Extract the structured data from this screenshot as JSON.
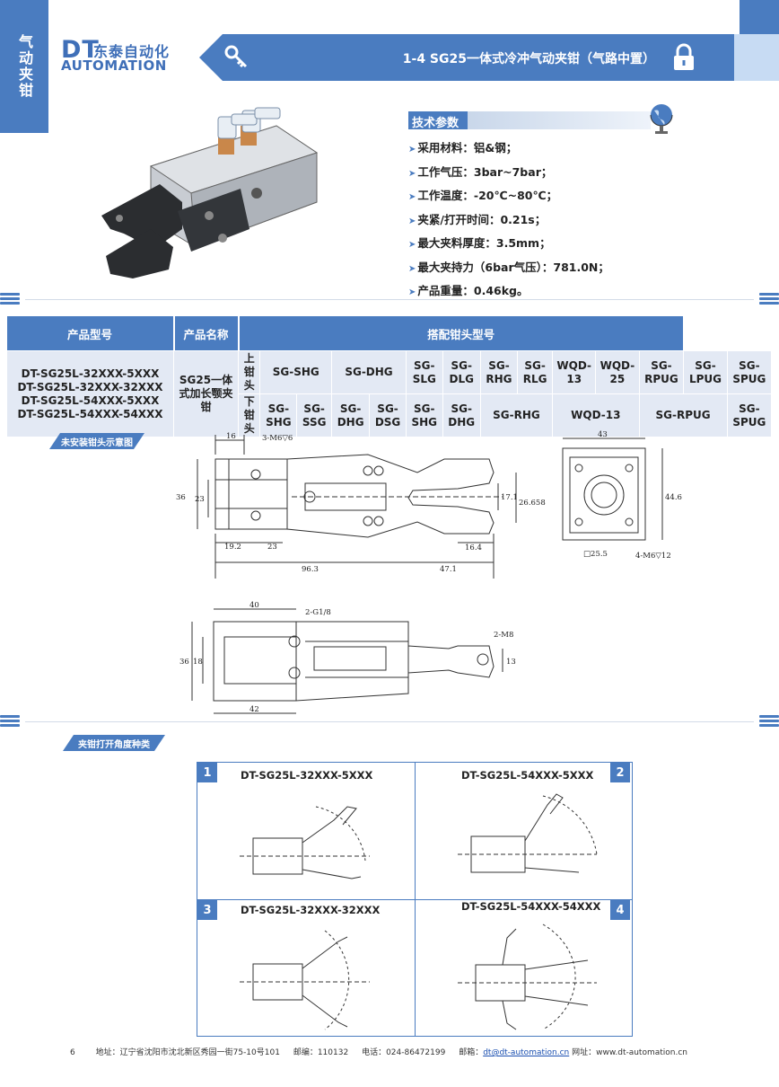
{
  "sidebar_tab": "气动夹钳",
  "logo": {
    "dt": "DT",
    "cn": "东泰自动化",
    "en": "AUTOMATION"
  },
  "title": "1-4  SG25一体式冷冲气动夹钳（气路中置）",
  "specs": {
    "heading": "技术参数",
    "items": [
      "采用材料：铝&钢；",
      "工作气压：3bar~7bar；",
      "工作温度：-20℃~80℃；",
      "夹紧/打开时间：0.21s；",
      "最大夹料厚度：3.5mm；",
      "最大夹持力（6bar气压）：781.0N；",
      "产品重量：0.46kg。"
    ]
  },
  "table": {
    "headers": [
      "产品型号",
      "产品名称",
      "搭配钳头型号"
    ],
    "models": [
      "DT-SG25L-32XXX-5XXX",
      "DT-SG25L-32XXX-32XXX",
      "DT-SG25L-54XXX-5XXX",
      "DT-SG25L-54XXX-54XXX"
    ],
    "product_name": "SG25一体式加长颚夹钳",
    "upper_label": "上钳头",
    "lower_label": "下钳头",
    "upper": [
      "SG-SHG",
      "SG-DHG",
      "SG-SLG",
      "SG-DLG",
      "SG-RHG",
      "SG-RLG",
      "WQD-13",
      "WQD-25",
      "SG-RPUG",
      "SG-LPUG",
      "SG-SPUG"
    ],
    "lower": [
      "SG-SHG",
      "SG-SSG",
      "SG-DHG",
      "SG-DSG",
      "SG-SHG",
      "SG-DHG",
      "SG-RHG",
      "WQD-13",
      "SG-RPUG",
      "SG-SPUG"
    ]
  },
  "drawing_label": "未安装钳头示意图",
  "dims": {
    "d16": "16",
    "m6": "3-M6▽6",
    "d36": "36",
    "d23": "23",
    "d17": "17.1",
    "d26": "26.658",
    "d192": "19.2",
    "d23b": "23",
    "d164": "16.4",
    "d963": "96.3",
    "d471": "47.1",
    "d43": "43",
    "d446": "44.6",
    "d255": "□25.5",
    "m6b": "4-M6▽12",
    "d40": "40",
    "g18": "2-G1/8",
    "d36b": "36",
    "d18": "18",
    "m8": "2-M8",
    "d13": "13",
    "d42": "42"
  },
  "angle_label": "夹钳打开角度种类",
  "angle_types": [
    {
      "num": "1",
      "name": "DT-SG25L-32XXX-5XXX"
    },
    {
      "num": "2",
      "name": "DT-SG25L-54XXX-5XXX"
    },
    {
      "num": "3",
      "name": "DT-SG25L-32XXX-32XXX"
    },
    {
      "num": "4",
      "name": "DT-SG25L-54XXX-54XXX"
    }
  ],
  "footer": {
    "page": "6",
    "address": "地址：辽宁省沈阳市沈北新区秀园一街75-10号101",
    "postcode": "邮编：110132",
    "phone": "电话：024-86472199",
    "email_label": "邮箱：",
    "email": "dt@dt-automation.cn",
    "website": "网址：www.dt-automation.cn"
  },
  "colors": {
    "brand": "#4a7cc0",
    "light": "#c7dbf3",
    "cell": "#e3e9f4"
  }
}
